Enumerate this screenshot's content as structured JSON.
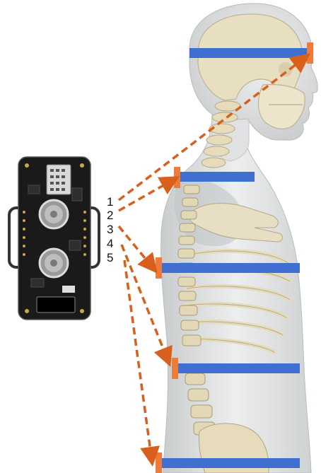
{
  "sensor_labels": [
    "1",
    "2",
    "3",
    "4",
    "5"
  ],
  "colors": {
    "band": "#3f6fd1",
    "marker": "#ee7b3a",
    "arrow": "#d8601c",
    "board": "#1a1a1a",
    "bone": "#e9e1c8",
    "body": "#dcdedf",
    "background": "#ffffff"
  }
}
